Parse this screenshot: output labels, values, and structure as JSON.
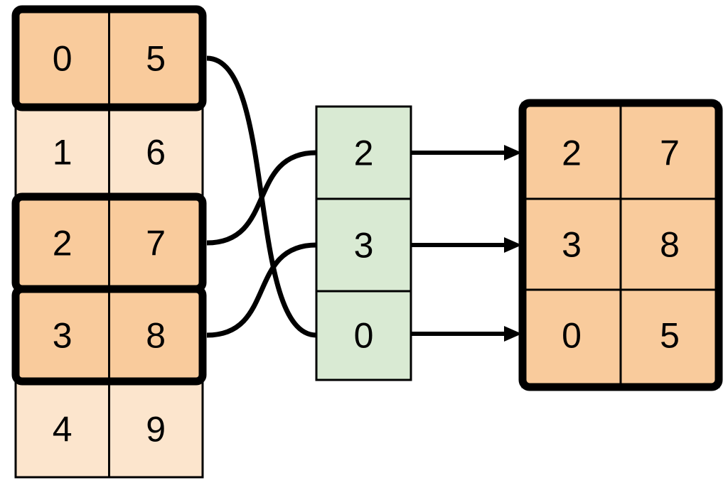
{
  "colors": {
    "highlight_fill": "#F9CB9C",
    "muted_fill": "#FCE5CD",
    "index_fill": "#D9EAD3",
    "line": "#000000",
    "background": "#FFFFFF"
  },
  "source_table": {
    "rows": [
      {
        "cells": [
          "0",
          "5"
        ],
        "highlighted": true
      },
      {
        "cells": [
          "1",
          "6"
        ],
        "highlighted": false
      },
      {
        "cells": [
          "2",
          "7"
        ],
        "highlighted": true
      },
      {
        "cells": [
          "3",
          "8"
        ],
        "highlighted": true
      },
      {
        "cells": [
          "4",
          "9"
        ],
        "highlighted": false
      }
    ]
  },
  "index_column": {
    "cells": [
      "2",
      "3",
      "0"
    ]
  },
  "result_table": {
    "rows": [
      {
        "cells": [
          "2",
          "7"
        ]
      },
      {
        "cells": [
          "3",
          "8"
        ]
      },
      {
        "cells": [
          "0",
          "5"
        ]
      }
    ]
  },
  "connections": {
    "curves": [
      {
        "from_source_row": 0,
        "to_index_cell": 2
      },
      {
        "from_source_row": 2,
        "to_index_cell": 0
      },
      {
        "from_source_row": 3,
        "to_index_cell": 1
      }
    ],
    "arrows": [
      {
        "from_index_cell": 0,
        "to_result_row": 0
      },
      {
        "from_index_cell": 1,
        "to_result_row": 1
      },
      {
        "from_index_cell": 2,
        "to_result_row": 2
      }
    ]
  }
}
